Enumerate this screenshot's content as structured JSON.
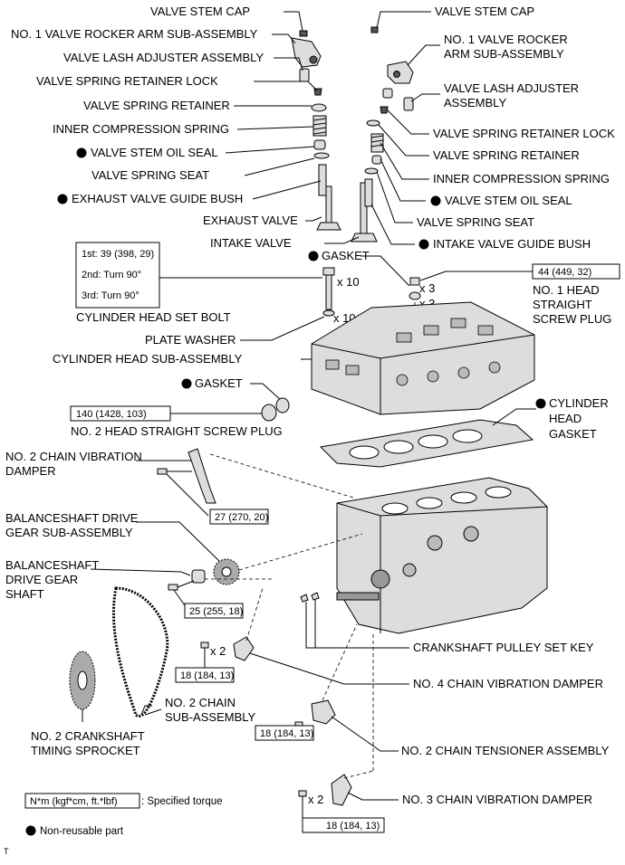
{
  "labels": {
    "left_valve_stem_cap": "VALVE STEM CAP",
    "left_rocker_arm": "NO. 1 VALVE ROCKER ARM SUB-ASSEMBLY",
    "left_lash_adjuster": "VALVE LASH ADJUSTER ASSEMBLY",
    "left_retainer_lock": "VALVE SPRING RETAINER LOCK",
    "left_spring_retainer": "VALVE SPRING RETAINER",
    "left_inner_spring": "INNER COMPRESSION SPRING",
    "left_oil_seal": "VALVE STEM OIL SEAL",
    "left_spring_seat": "VALVE SPRING SEAT",
    "exhaust_guide_bush": "EXHAUST VALVE GUIDE BUSH",
    "exhaust_valve": "EXHAUST VALVE",
    "intake_valve": "INTAKE VALVE",
    "right_valve_stem_cap": "VALVE STEM CAP",
    "right_rocker_arm_1": "NO. 1 VALVE ROCKER",
    "right_rocker_arm_2": "ARM SUB-ASSEMBLY",
    "right_lash_adjuster_1": "VALVE LASH ADJUSTER",
    "right_lash_adjuster_2": "ASSEMBLY",
    "right_retainer_lock": "VALVE SPRING RETAINER LOCK",
    "right_spring_retainer": "VALVE SPRING RETAINER",
    "right_inner_spring": "INNER COMPRESSION SPRING",
    "right_oil_seal": "VALVE STEM OIL SEAL",
    "right_spring_seat": "VALVE SPRING SEAT",
    "intake_guide_bush": "INTAKE VALVE GUIDE BUSH",
    "gasket_top": "GASKET",
    "head_bolt": "CYLINDER HEAD SET BOLT",
    "plate_washer": "PLATE WASHER",
    "cyl_head_subassy": "CYLINDER HEAD SUB-ASSEMBLY",
    "gasket_mid": "GASKET",
    "no2_plug": "NO. 2 HEAD STRAIGHT SCREW PLUG",
    "no1_plug_1": "NO. 1 HEAD",
    "no1_plug_2": "STRAIGHT",
    "no1_plug_3": "SCREW PLUG",
    "head_gasket_1": "CYLINDER",
    "head_gasket_2": "HEAD",
    "head_gasket_3": "GASKET",
    "no2_damper_1": "NO. 2 CHAIN VIBRATION",
    "no2_damper_2": "DAMPER",
    "bal_gear_1": "BALANCESHAFT DRIVE",
    "bal_gear_2": "GEAR SUB-ASSEMBLY",
    "bal_shaft_1": "BALANCESHAFT",
    "bal_shaft_2": "DRIVE GEAR",
    "bal_shaft_3": "SHAFT",
    "pulley_key": "CRANKSHAFT PULLEY SET KEY",
    "no4_damper": "NO. 4 CHAIN VIBRATION DAMPER",
    "no2_chain_1": "NO. 2 CHAIN",
    "no2_chain_2": "SUB-ASSEMBLY",
    "crank_sprocket_1": "NO. 2 CRANKSHAFT",
    "crank_sprocket_2": "TIMING SPROCKET",
    "tensioner": "NO. 2 CHAIN TENSIONER ASSEMBLY",
    "no3_damper": "NO. 3 CHAIN VIBRATION DAMPER"
  },
  "quantities": {
    "bolt_x10": "x 10",
    "washer_x10": "x 10",
    "plug_x3": "x 3",
    "gasket_x3": "x 3",
    "no4_x2": "x 2",
    "no3_x2": "x 2"
  },
  "torques": {
    "head_bolt_1st": "1st: 39 (398, 29)",
    "head_bolt_2nd": "2nd: Turn 90°",
    "head_bolt_3rd": "3rd: Turn 90°",
    "no1_plug": "44 (449, 32)",
    "no2_plug": "140 (1428, 103)",
    "no2_damper": "27 (270, 20)",
    "bal_shaft": "25 (255, 18)",
    "no4_damper": "18 (184, 13)",
    "tensioner": "18 (184, 13)",
    "no3_damper": "18 (184, 13)"
  },
  "legend": {
    "torque_unit": "N*m (kgf*cm, ft.*lbf)",
    "torque_text": ": Specified torque",
    "non_reusable": "Non-reusable part",
    "corner_mark": "T"
  },
  "icons": {
    "non_reusable_mark": "filled-circle-icon"
  }
}
